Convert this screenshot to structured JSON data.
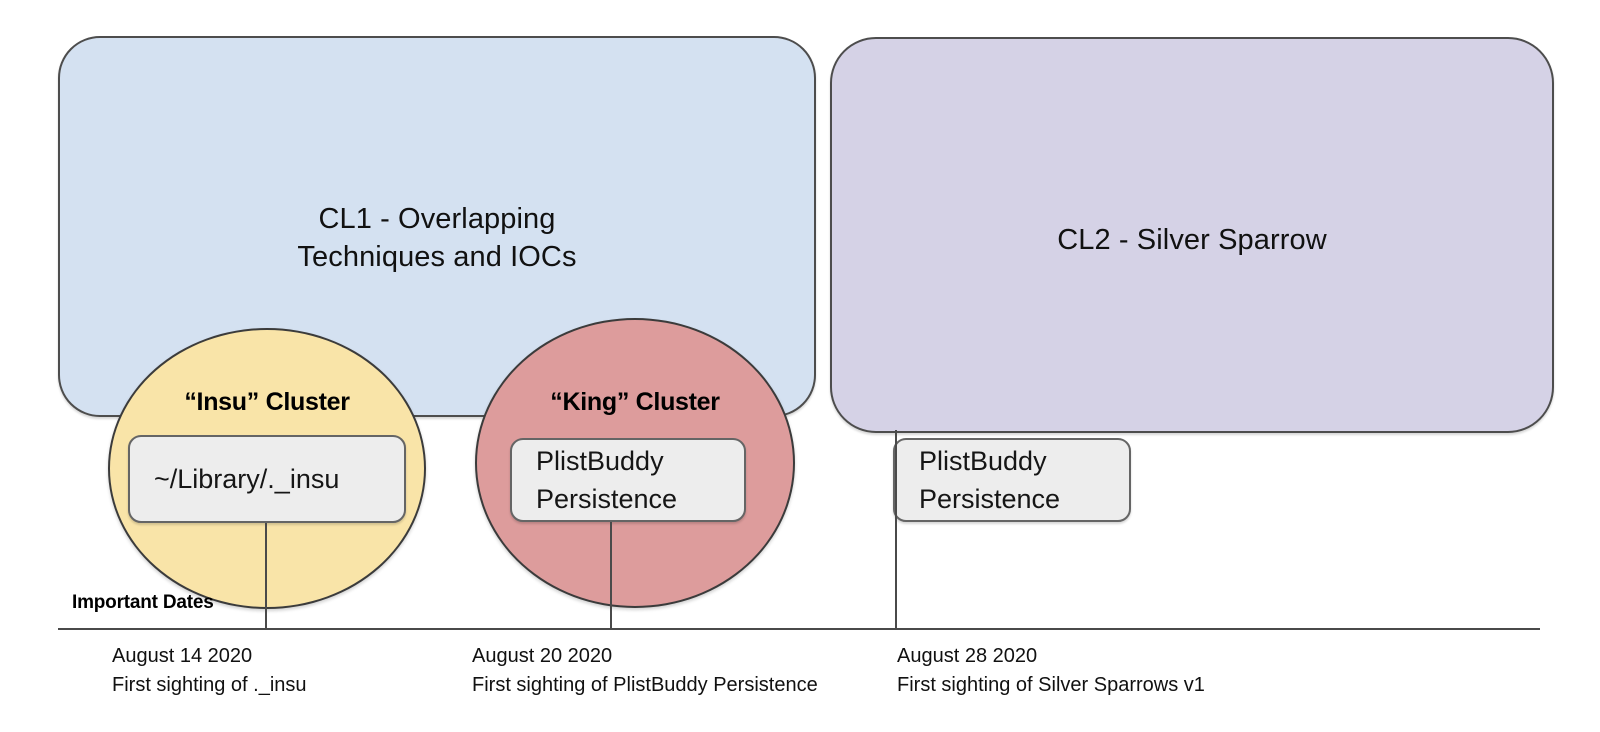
{
  "diagram": {
    "groups": [
      {
        "id": "cl1",
        "label": "CL1 - Overlapping\nTechniques and IOCs",
        "color": "#d4e1f1"
      },
      {
        "id": "cl2",
        "label": "CL2 - Silver Sparrow",
        "color": "#d5d2e6"
      }
    ],
    "circles": [
      {
        "id": "insu",
        "title": "“Insu” Cluster",
        "color": "#f9e4a8"
      },
      {
        "id": "king",
        "title": "“King” Cluster",
        "color": "#dd9c9c"
      }
    ],
    "chips": [
      {
        "id": "insu-chip",
        "text": "~/Library/._insu"
      },
      {
        "id": "king-chip",
        "text": "PlistBuddy\nPersistence"
      },
      {
        "id": "cl2-chip",
        "text": "PlistBuddy\nPersistence"
      }
    ],
    "timeline": {
      "heading": "Important Dates",
      "events": [
        {
          "date": "August 14 2020",
          "description": "First sighting of ._insu"
        },
        {
          "date": "August 20  2020",
          "description": "First sighting of  PlistBuddy Persistence"
        },
        {
          "date": "August 28  2020",
          "description": "First sighting of Silver Sparrows v1"
        }
      ]
    },
    "colors": {
      "outline": "#4a4a4a",
      "chip_fill": "#ededed",
      "background": "#ffffff"
    }
  }
}
